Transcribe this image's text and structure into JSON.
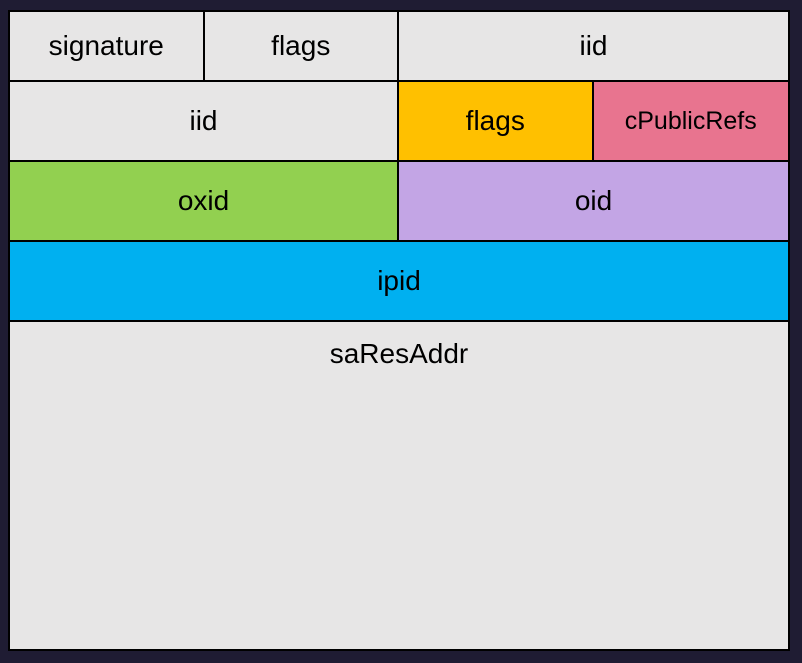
{
  "palette": {
    "page_background": "#1f1c33",
    "gray": "#e7e6e6",
    "orange": "#ffc000",
    "pink": "#e8748f",
    "green": "#92d050",
    "purple": "#c3a5e5",
    "blue": "#00b0f0",
    "border": "#000000",
    "text": "#000000"
  },
  "rows": [
    {
      "cells": [
        {
          "label": "signature",
          "color": "#e7e6e6"
        },
        {
          "label": "flags",
          "color": "#e7e6e6"
        },
        {
          "label": "iid",
          "color": "#e7e6e6"
        }
      ]
    },
    {
      "cells": [
        {
          "label": "iid",
          "color": "#e7e6e6"
        },
        {
          "label": "flags",
          "color": "#ffc000"
        },
        {
          "label": "cPublicRefs",
          "color": "#e8748f"
        }
      ]
    },
    {
      "cells": [
        {
          "label": "oxid",
          "color": "#92d050"
        },
        {
          "label": "oid",
          "color": "#c3a5e5"
        }
      ]
    },
    {
      "cells": [
        {
          "label": "ipid",
          "color": "#00b0f0"
        }
      ]
    },
    {
      "cells": [
        {
          "label": "saResAddr",
          "color": "#e7e6e6"
        }
      ]
    }
  ]
}
